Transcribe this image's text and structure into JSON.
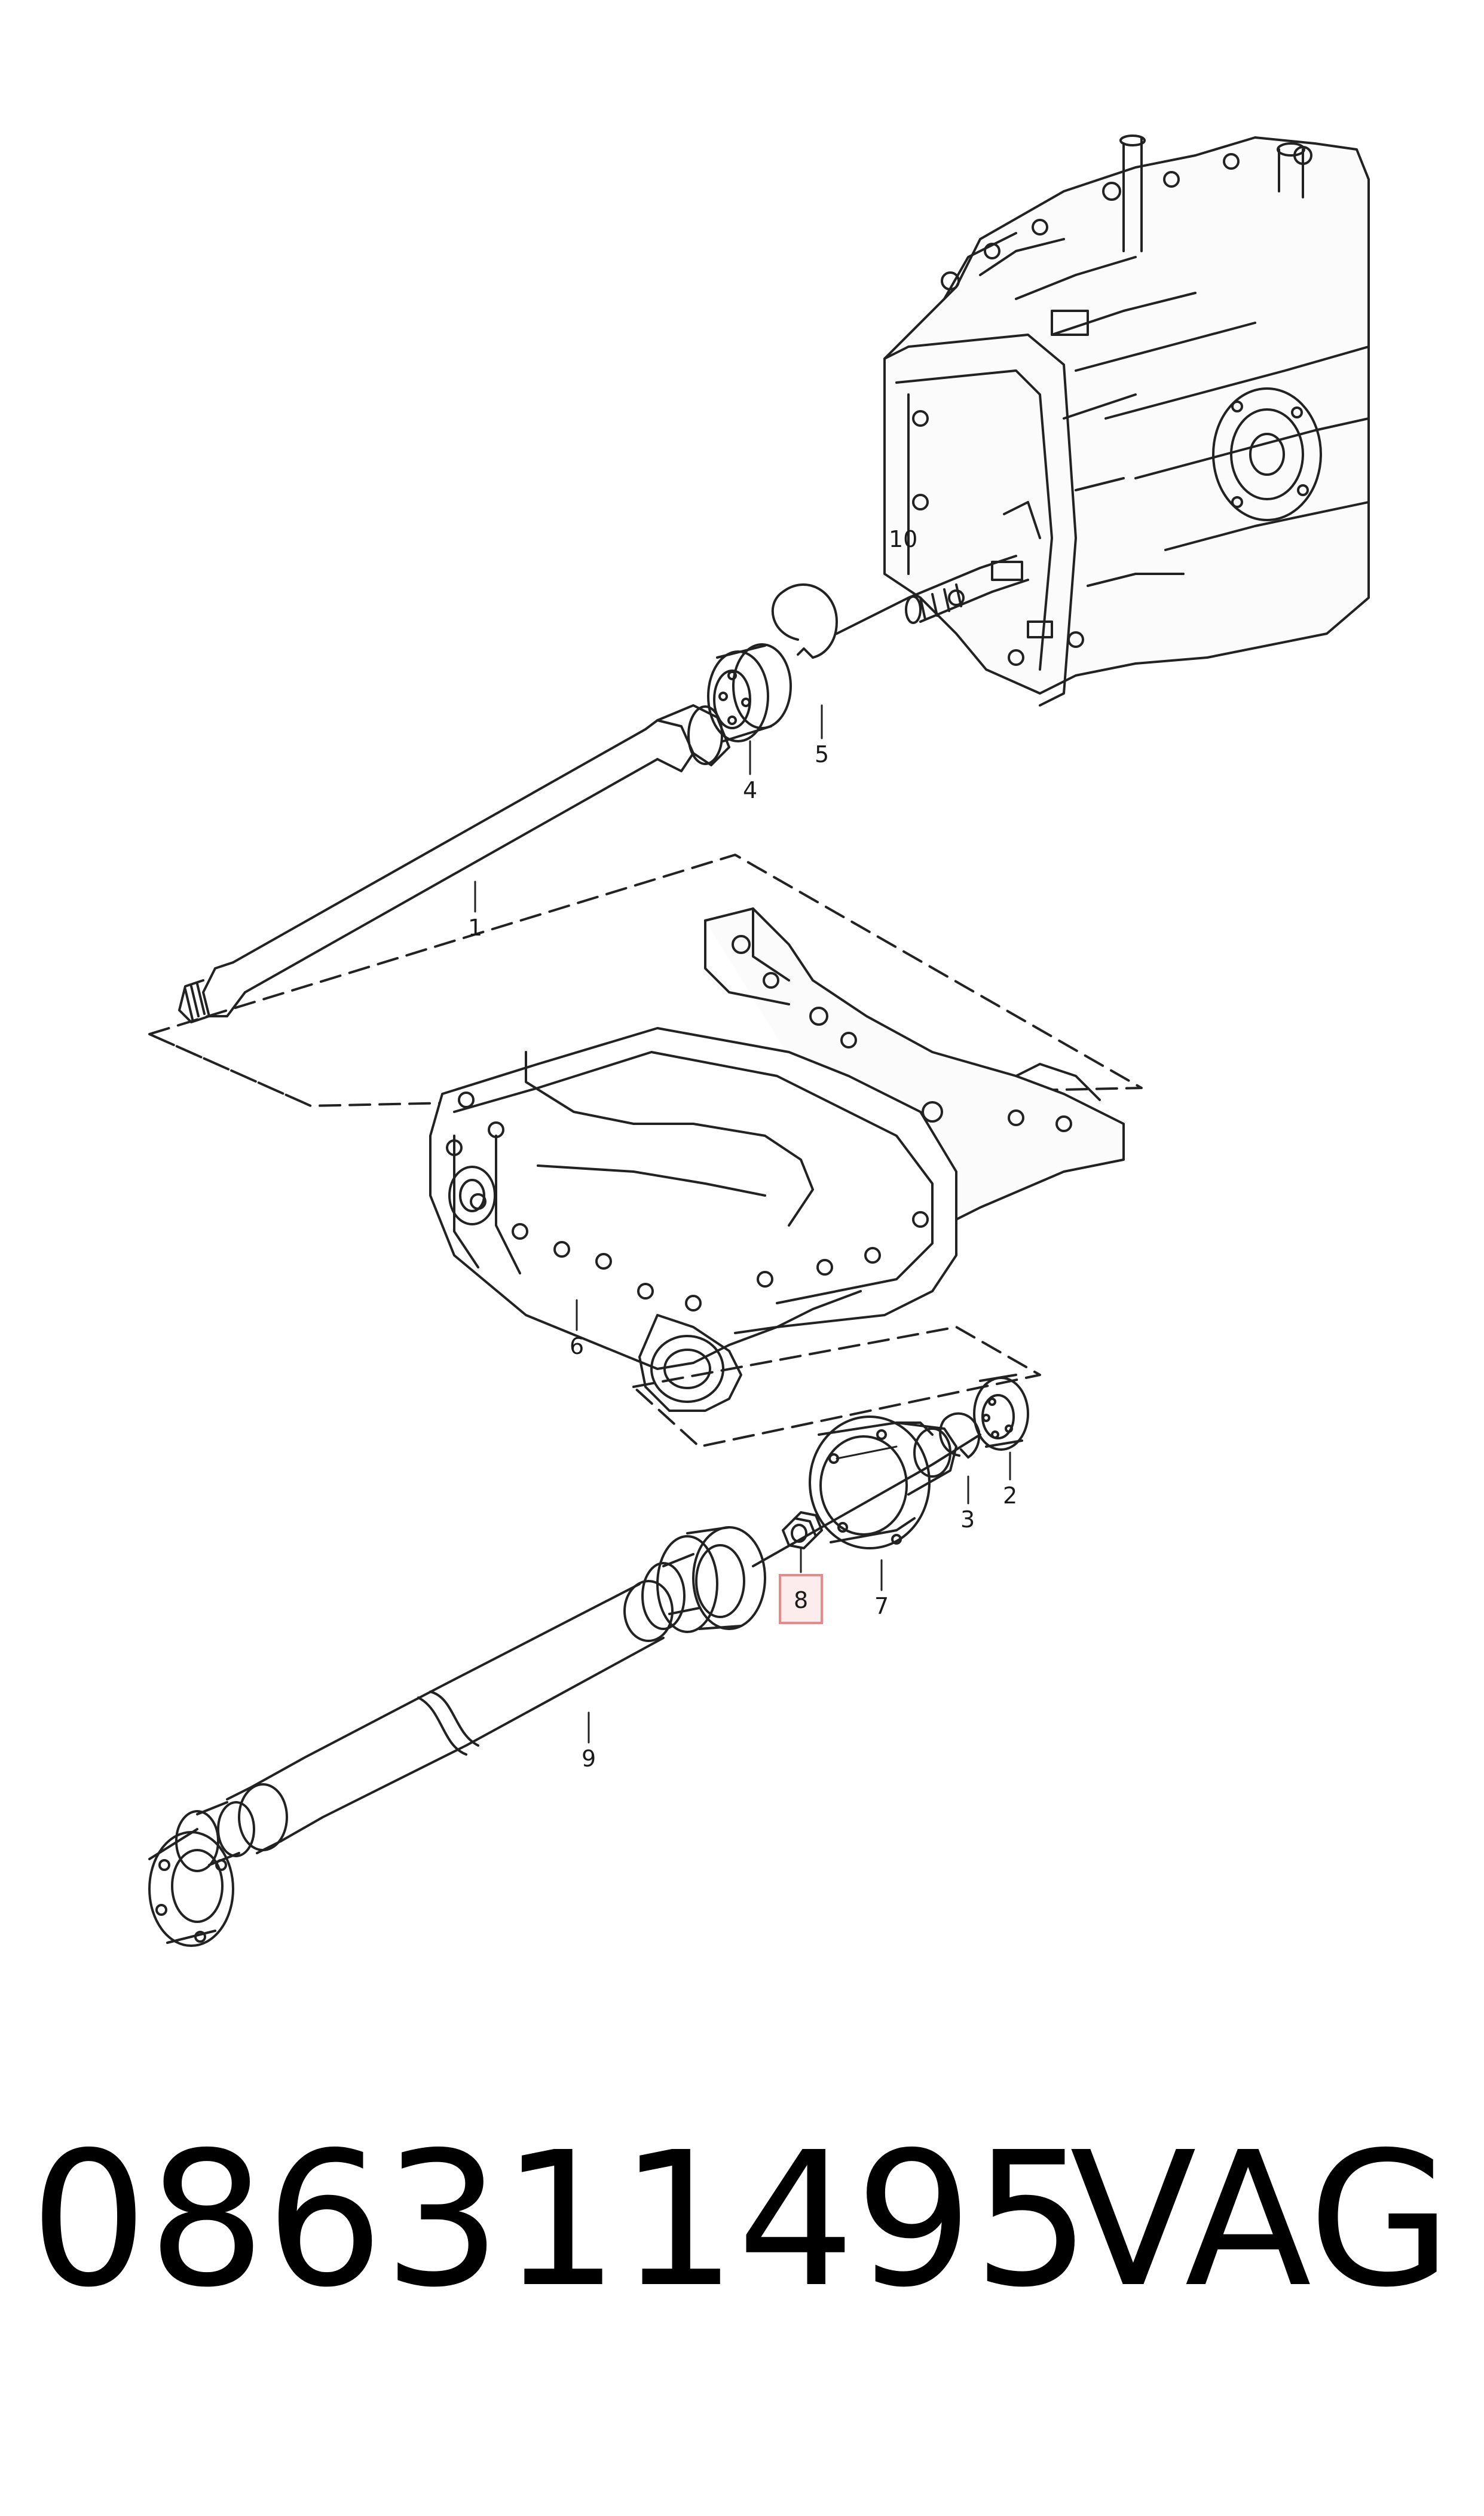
{
  "callouts": {
    "c1": "1",
    "c2": "2",
    "c3": "3",
    "c4": "4",
    "c5": "5",
    "c6": "6",
    "c7": "7",
    "c8": "8",
    "c9": "9",
    "c10": "10"
  },
  "highlight_color": "#e88a8a",
  "footer": {
    "part_number": "086311495",
    "brand": "VAG"
  }
}
